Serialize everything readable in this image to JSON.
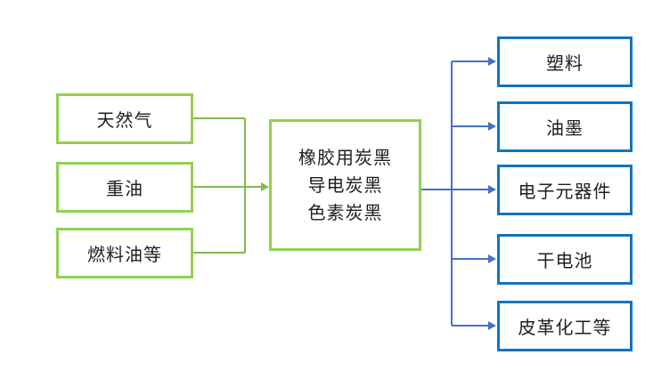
{
  "diagram": {
    "sources": [
      {
        "label": "天然气"
      },
      {
        "label": "重油"
      },
      {
        "label": "燃料油等"
      }
    ],
    "process": {
      "lines": [
        "橡胶用炭黑",
        "导电炭黑",
        "色素炭黑"
      ]
    },
    "products": [
      {
        "label": "塑料"
      },
      {
        "label": "油墨"
      },
      {
        "label": "电子元器件"
      },
      {
        "label": "干电池"
      },
      {
        "label": "皮革化工等"
      }
    ],
    "colors": {
      "source_box_border": "#92D050",
      "source_connector": "#7EBB4E",
      "product_box_border": "#1274BF",
      "product_connector": "#4472C4",
      "text": "#1F1F1F",
      "background": "#FFFFFF"
    }
  }
}
